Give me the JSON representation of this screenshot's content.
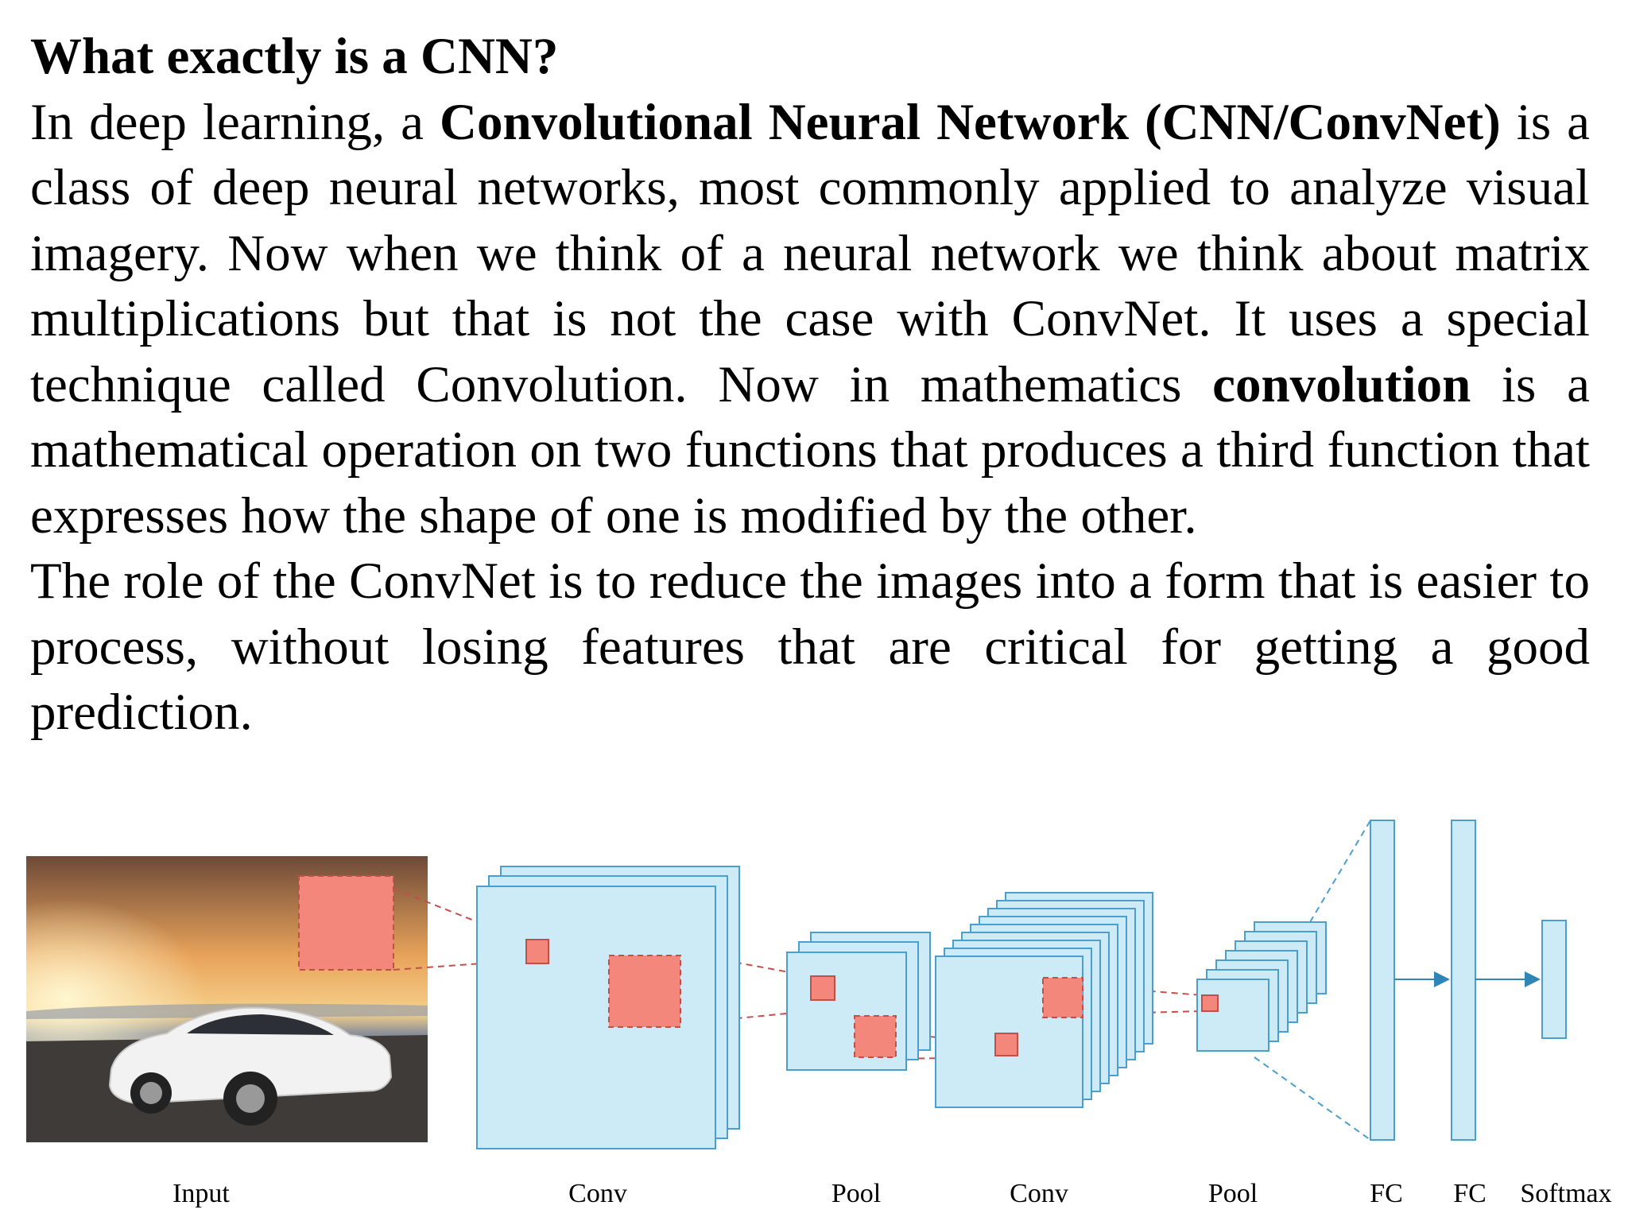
{
  "heading": "What exactly is a CNN?",
  "para1": {
    "p1": "In deep learning, a ",
    "bold1": "Convolutional Neural Network",
    "p2": " ",
    "bold2": "(CNN/ConvNet)",
    "p3": " is a class of deep neural networks, most commonly applied to analyze visual imagery. Now when we think of a neural network we think about matrix multiplications but that is not the case with ConvNet. It uses a special technique called Convolution. Now in mathematics ",
    "bold3": "convolution",
    "p4": " is a mathematical operation on two functions that produces a third function that expresses how the shape of one is modified by the other."
  },
  "para2": "The role of the ConvNet is to reduce the images into a form that is easier to process, without losing features that are critical for getting a good prediction.",
  "diagram": {
    "labels": {
      "input": "Input",
      "conv1": "Conv",
      "pool1": "Pool",
      "conv2": "Conv",
      "pool2": "Pool",
      "fc1": "FC",
      "fc2": "FC",
      "softmax": "Softmax"
    },
    "colors": {
      "layer_fill": "#cdeaf7",
      "layer_stroke": "#4a9fcf",
      "kernel_fill": "#f4877b",
      "kernel_stroke": "#c0504a",
      "arrow": "#2e86b6"
    }
  }
}
